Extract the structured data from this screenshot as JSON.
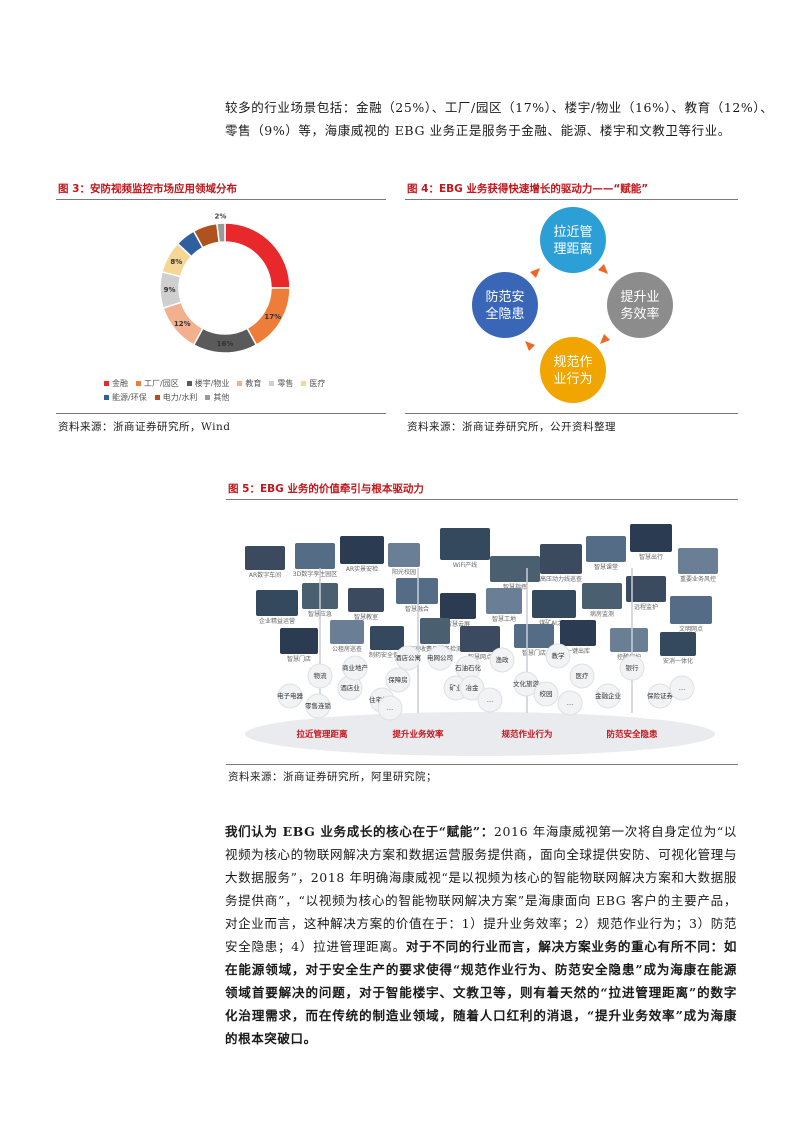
{
  "intro": {
    "line1": "较多的行业场景包括：金融（25%）、工厂/园区（17%）、楼宇/物业（16%）、教育（12%）、",
    "line2": "零售（9%）等，海康威视的 EBG 业务正是服务于金融、能源、楼宇和文教卫等行业。"
  },
  "figure3": {
    "title": "图 3：安防视频监控市场应用领域分布",
    "source": "资料来源：浙商证券研究所，Wind",
    "chart_data": {
      "type": "pie",
      "title": "",
      "categories": [
        "金融",
        "工厂/园区",
        "楼宇/物业",
        "教育",
        "零售",
        "医疗",
        "能源/环保",
        "电力/水利",
        "其他"
      ],
      "values": [
        25,
        17,
        16,
        12,
        9,
        8,
        5,
        6,
        2
      ],
      "labels": [
        "",
        "17%",
        "16%",
        "12%",
        "9%",
        "8%",
        "",
        "",
        "2%"
      ],
      "colors": [
        "#e8282b",
        "#ee7d3a",
        "#5a5a5a",
        "#f3b08f",
        "#cfcfcf",
        "#f6d694",
        "#2f5f9e",
        "#b0521f",
        "#9a9a9a"
      ],
      "legend_position": "bottom"
    }
  },
  "figure4": {
    "title": "图 4：EBG 业务获得快速增长的驱动力——“赋能”",
    "source": "资料来源：浙商证券研究所，公开资料整理",
    "nodes": [
      {
        "line1": "拉近管",
        "line2": "理距离",
        "color": "#2c9fd6"
      },
      {
        "line1": "提升业",
        "line2": "务效率",
        "color": "#8c8c8c"
      },
      {
        "line1": "规范作",
        "line2": "业行为",
        "color": "#f0a500"
      },
      {
        "line1": "防范安",
        "line2": "全隐患",
        "color": "#3a66b8"
      }
    ],
    "arrow_color": "#f26522"
  },
  "figure5": {
    "title": "图 5：EBG 业务的价值牵引与根本驱动力",
    "source": "资料来源：浙商证券研究所，阿里研究院；",
    "bottom_labels": [
      "拉近管理距离",
      "提升业务效率",
      "规范作业行为",
      "防范安全隐患"
    ],
    "screen_labels": [
      "AR数字车间",
      "3D数字孪生园区",
      "AR实景安检",
      "阳光校园",
      "WiFi产线",
      "智慧指挥",
      "高压动力线巡查",
      "智慧课堂",
      "智慧出行",
      "重要业务风控",
      "企业精益运营",
      "智慧应急",
      "智慧教室",
      "智慧融合",
      "智慧云屏",
      "智慧工地",
      "煤矿AI之眼",
      "病房监测",
      "远程监护",
      "文明网点",
      "智慧门店",
      "公租房巡查",
      "制药安全保障",
      "高速收费员服务检测",
      "智慧网点",
      "智慧门店",
      "一键出库",
      "控酸保护",
      "安消一体化"
    ],
    "nodes": [
      "物流",
      "电子电器",
      "零售连锁",
      "酒店业",
      "商业地产",
      "住宅地产",
      "保障房",
      "酒店公寓",
      "电网公司",
      "矿业",
      "石油石化",
      "冶金",
      "渔政",
      "文化旅游",
      "教学",
      "医疗",
      "校园",
      "金融企业",
      "银行",
      "保险证券",
      "…",
      "…",
      "…",
      "…"
    ]
  },
  "body": {
    "p1_bold": "我们认为 EBG 业务成长的核心在于“赋能”：",
    "p1_text1": "2016 年海康威视第一次将自身定位为“以视频为核心的物联网解决方案和数据运营服务提供商，面向全球提供安防、可视化管理与大数据服务”，2018 年明确海康威视“是以视频为核心的智能物联网解决方案和大数据服务提供商”，“以视频为核心的智能物联网解决方案”是海康面向 EBG 客户的主要产品，对企业而言，这种解决方案的价值在于：1）提升业务效率；2）规范作业行为；3）防范安全隐患；4）拉进管理距离。",
    "p1_bold2": "对于不同的行业而言，解决方案业务的重心有所不同：如在能源领域，对于安全生产的要求使得“规范作业行为、防范安全隐患”成为海康在能源领域首要解决的问题，对于智能楼宇、文教卫等，则有着天然的“拉进管理距离”的数字化治理需求，而在传统的制造业领域，随着人口红利的消退，“提升业务效率”成为海康的根本突破口。"
  }
}
